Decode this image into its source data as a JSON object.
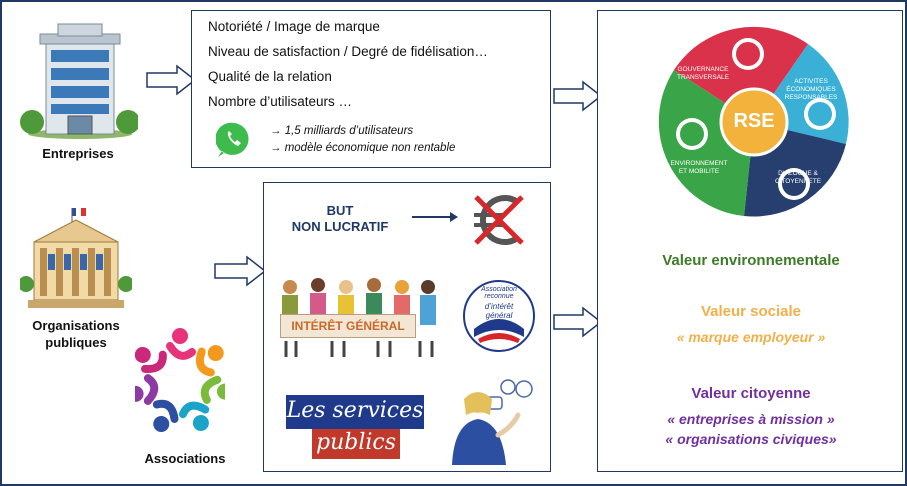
{
  "actors": {
    "entreprises": "Entreprises",
    "organisations_line1": "Organisations",
    "organisations_line2": "publiques",
    "associations": "Associations"
  },
  "criteria": [
    "Notoriété / Image de marque",
    "Niveau de satisfaction / Degré de fidélisation…",
    "Qualité de la relation",
    "Nombre d’utilisateurs …"
  ],
  "whatsapp": {
    "line1": "→ 1,5 milliards d’utilisateurs",
    "line2": "→ modèle économique non rentable"
  },
  "non_profit": {
    "line1": "BUT",
    "line2": "NON LUCRATIF",
    "banner": "INTÉRÊT GÉNÉRAL",
    "seal_line1": "Association reconnue",
    "seal_line2": "d’intérêt",
    "seal_line3": "général",
    "services_line1": "Les services",
    "services_line2": "publics"
  },
  "rse": {
    "center": "RSE",
    "segments": [
      "GOUVERNANCE TRANSVERSALE",
      "ACTIVITES ÉCONOMIQUES RESPONSABLES",
      "DIALOGUE & CITOYENNETE",
      "ENVIRONNEMENT ET MOBILITE"
    ]
  },
  "values": {
    "env_title": "Valeur environnementale",
    "social_title": "Valeur sociale",
    "social_sub": "« marque employeur »",
    "citizen_title": "Valeur citoyenne",
    "citizen_sub1": "« entreprises à mission »",
    "citizen_sub2": "« organisations civiques»"
  },
  "colors": {
    "frame": "#1f3864",
    "env": "#3e7b27",
    "social": "#f2b04a",
    "citizen": "#7030a0",
    "rse_green": "#3aa548",
    "rse_red": "#d9324a",
    "rse_blue": "#3ab0d6",
    "rse_navy": "#263f6e",
    "rse_center": "#f2b23b"
  }
}
